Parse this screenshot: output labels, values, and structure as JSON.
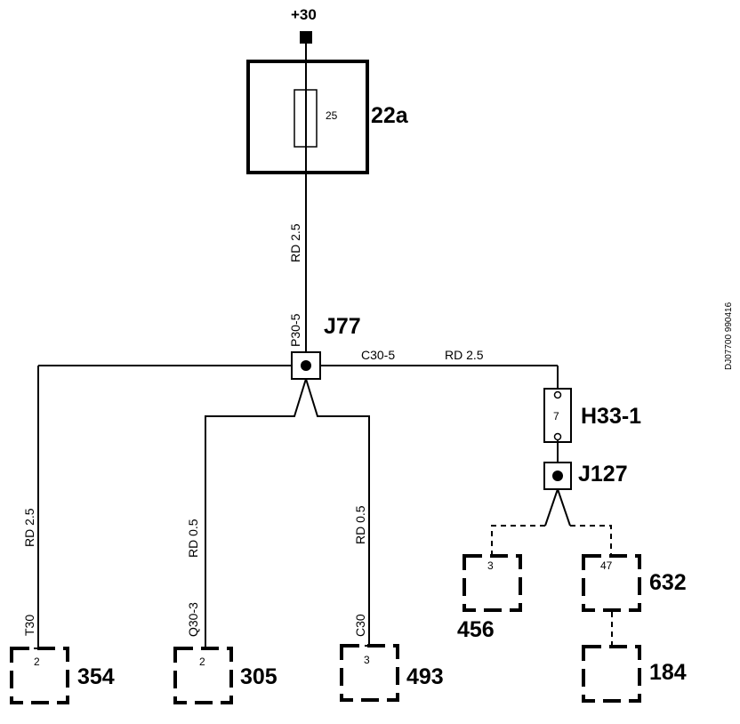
{
  "supply": {
    "label": "+30"
  },
  "fuse": {
    "id": "22a",
    "rating": "25"
  },
  "wires": {
    "main": "RD 2.5",
    "main_pin": "P30-5",
    "bus_id": "C30-5",
    "bus_spec": "RD 2.5",
    "left_id": "T30",
    "left_spec": "RD 2.5",
    "mid_id": "Q30-3",
    "mid_spec": "RD 0.5",
    "right_id": "C30",
    "right_spec": "RD 0.5"
  },
  "splices": {
    "main": "J77",
    "right": "J127"
  },
  "connector": {
    "id": "H33-1",
    "pin": "7"
  },
  "components": [
    {
      "id": "354",
      "pin": "2"
    },
    {
      "id": "305",
      "pin": "2"
    },
    {
      "id": "493",
      "pin": "3"
    },
    {
      "id": "456",
      "pin": "3"
    },
    {
      "id": "632",
      "pin": "47"
    },
    {
      "id": "184",
      "pin": ""
    }
  ],
  "doc_ref": "DJ07700 990416"
}
